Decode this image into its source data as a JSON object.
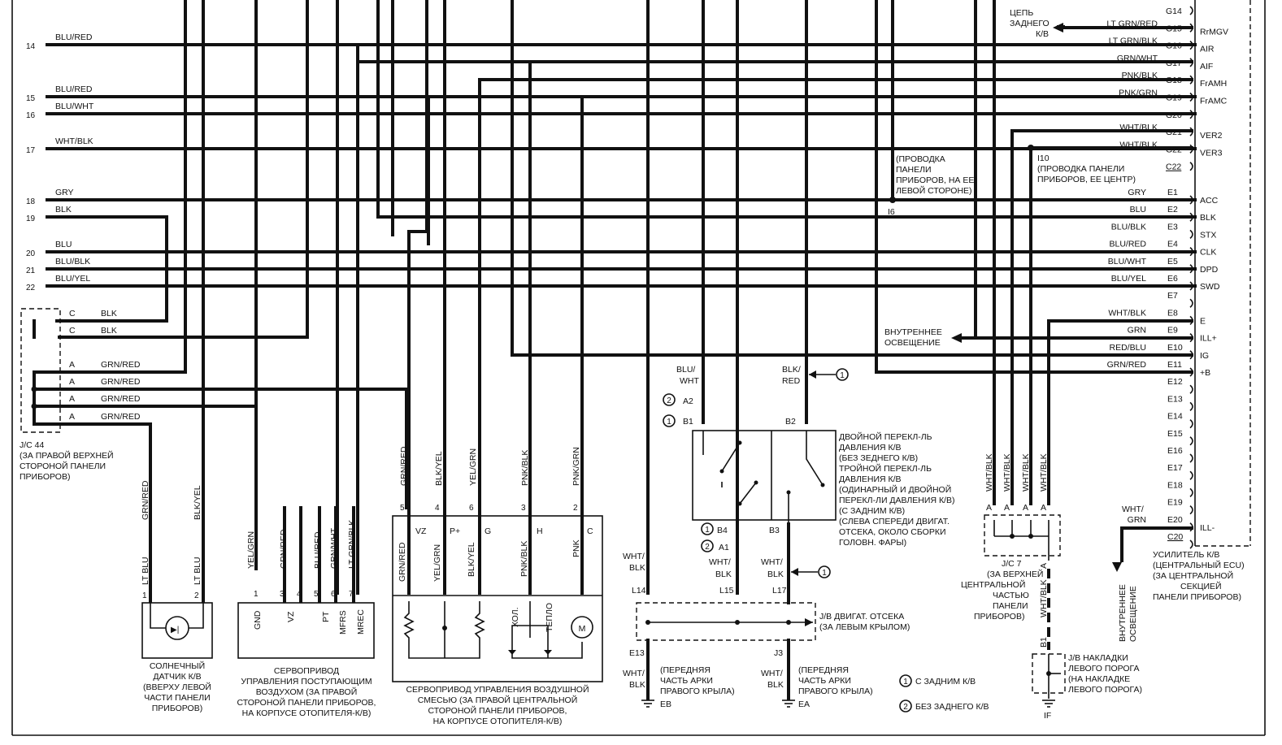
{
  "left_numbers": [
    "14",
    "15",
    "16",
    "17",
    "18",
    "19",
    "20",
    "21",
    "22"
  ],
  "left_wire_colors": [
    "BLU/RED",
    "BLU/RED",
    "BLU/WHT",
    "WHT/BLK",
    "GRY",
    "BLK",
    "BLU",
    "BLU/BLK",
    "BLU/YEL"
  ],
  "jc44_rows": [
    {
      "pin": "C",
      "color": "BLK"
    },
    {
      "pin": "C",
      "color": "BLK"
    },
    {
      "pin": "A",
      "color": "GRN/RED"
    },
    {
      "pin": "A",
      "color": "GRN/RED"
    },
    {
      "pin": "A",
      "color": "GRN/RED"
    },
    {
      "pin": "A",
      "color": "GRN/RED"
    }
  ],
  "jc44_desc": [
    "J/C 44",
    "(ЗА ПРАВОЙ ВЕРХНЕЙ",
    "СТОРОНОЙ ПАНЕЛИ",
    "ПРИБОРОВ)"
  ],
  "amp_g_pins": [
    {
      "pin": "G14",
      "color": "",
      "fn": ""
    },
    {
      "pin": "G15",
      "color": "LT GRN/RED",
      "fn": "RrMGV"
    },
    {
      "pin": "G16",
      "color": "LT GRN/BLK",
      "fn": "AIR"
    },
    {
      "pin": "G17",
      "color": "GRN/WHT",
      "fn": "AIF"
    },
    {
      "pin": "G18",
      "color": "PNK/BLK",
      "fn": "FrAMH"
    },
    {
      "pin": "G19",
      "color": "PNK/GRN",
      "fn": "FrAMC"
    },
    {
      "pin": "G20",
      "color": "",
      "fn": ""
    },
    {
      "pin": "G21",
      "color": "WHT/BLK",
      "fn": "VER2"
    },
    {
      "pin": "G22",
      "color": "WHT/BLK",
      "fn": "VER3"
    },
    {
      "pin": "C22",
      "color": "",
      "fn": ""
    }
  ],
  "amp_e_pins": [
    {
      "pin": "E1",
      "color": "GRY",
      "fn": "ACC"
    },
    {
      "pin": "E2",
      "color": "BLU",
      "fn": "BLK"
    },
    {
      "pin": "E3",
      "color": "BLU/BLK",
      "fn": "STX"
    },
    {
      "pin": "E4",
      "color": "BLU/RED",
      "fn": "CLK"
    },
    {
      "pin": "E5",
      "color": "BLU/WHT",
      "fn": "DPD"
    },
    {
      "pin": "E6",
      "color": "BLU/YEL",
      "fn": "SWD"
    },
    {
      "pin": "E7",
      "color": "",
      "fn": ""
    },
    {
      "pin": "E8",
      "color": "WHT/BLK",
      "fn": "E"
    },
    {
      "pin": "E9",
      "color": "GRN",
      "fn": "ILL+"
    },
    {
      "pin": "E10",
      "color": "RED/BLU",
      "fn": "IG"
    },
    {
      "pin": "E11",
      "color": "GRN/RED",
      "fn": "+B"
    },
    {
      "pin": "E12",
      "color": "",
      "fn": ""
    },
    {
      "pin": "E13",
      "color": "",
      "fn": ""
    },
    {
      "pin": "E14",
      "color": "",
      "fn": ""
    },
    {
      "pin": "E15",
      "color": "",
      "fn": ""
    },
    {
      "pin": "E16",
      "color": "",
      "fn": ""
    },
    {
      "pin": "E17",
      "color": "",
      "fn": ""
    },
    {
      "pin": "E18",
      "color": "",
      "fn": ""
    },
    {
      "pin": "E19",
      "color": "",
      "fn": ""
    },
    {
      "pin": "E20",
      "color": "GRN",
      "fn": "ILL-"
    },
    {
      "pin": "C20",
      "color": "",
      "fn": ""
    }
  ],
  "e20_color_top": "WHT/",
  "rear_circuit": [
    "ЦЕПЬ",
    "ЗАДНЕГО",
    "К/В"
  ],
  "i6_note": [
    "(ПРОВОДКА",
    "ПАНЕЛИ",
    "ПРИБОРОВ, НА ЕЕ",
    "ЛЕВОЙ СТОРОНЕ)"
  ],
  "i6_label": "I6",
  "i10_label": "I10",
  "i10_note": [
    "(ПРОВОДКА ПАНЕЛИ",
    "ПРИБОРОВ, ЕЕ ЦЕНТР)"
  ],
  "interior_light": [
    "ВНУТРЕННЕЕ",
    "ОСВЕЩЕНИЕ"
  ],
  "amp_desc": [
    "УСИЛИТЕЛЬ К/В",
    "(ЦЕНТРАЛЬНЫЙ ECU)",
    "(ЗА ЦЕНТРАЛЬНОЙ",
    "СЕКЦИЕЙ",
    "ПАНЕЛИ ПРИБОРОВ)"
  ],
  "interior_light_vertical": [
    "ВНУТРЕННЕЕ",
    "ОСВЕЩЕНИЕ"
  ],
  "sensor": {
    "wire1": "GRN/RED",
    "wire2": "BLK/YEL",
    "pin_color1": "LT BLU",
    "pin_color2": "LT BLU",
    "pin1": "1",
    "pin2": "2",
    "desc": [
      "СОЛНЕЧНЫЙ",
      "ДАТЧИК К/В",
      "(ВВЕРХУ ЛЕВОЙ",
      "ЧАСТИ ПАНЕЛИ",
      "ПРИБОРОВ)"
    ]
  },
  "intake": {
    "wires": [
      "YEL/GRN",
      "GRN/RED",
      "",
      "BLU/RED",
      "GRN/WHT",
      "LT GRN/BLK"
    ],
    "pins": [
      "1",
      "3",
      "4",
      "5",
      "6",
      "7"
    ],
    "terms": [
      "GND",
      "VZ",
      "PT",
      "MFRS",
      "MREC"
    ],
    "desc": [
      "СЕРВОПРИВОД",
      "УПРАВЛЕНИЯ ПОСТУПАЮЩИМ",
      "ВОЗДУХОМ (ЗА ПРАВОЙ",
      "СТОРОНОЙ ПАНЕЛИ ПРИБОРОВ,",
      "НА КОРПУСЕ ОТОПИТЕЛЯ-К/В)"
    ]
  },
  "mix": {
    "wires_top": [
      "GRN/RED",
      "BLK/YEL",
      "YEL/GRN",
      "PNK/BLK",
      "PNK/GRN"
    ],
    "pins": [
      "5",
      "4",
      "6",
      "3",
      "2"
    ],
    "terms": [
      "VZ",
      "P+",
      "G",
      "H",
      "C"
    ],
    "wires_in": [
      "GRN/RED",
      "YEL/GRN",
      "BLK/YEL",
      "PNK/BLK",
      "PNK"
    ],
    "cold": "ХОЛ.",
    "warm": "ТЕПЛО",
    "motor": "M",
    "desc": [
      "СЕРВОПРИВОД УПРАВЛЕНИЯ ВОЗДУШНОЙ",
      "СМЕСЬЮ (ЗА ПРАВОЙ ЦЕНТРАЛЬНОЙ",
      "СТОРОНОЙ ПАНЕЛИ ПРИБОРОВ,",
      "НА КОРПУСЕ ОТОПИТЕЛЯ-К/В)"
    ]
  },
  "pressure_switch": {
    "wire_left": [
      "BLU/",
      "WHT"
    ],
    "wire_right": [
      "BLK/",
      "RED"
    ],
    "mark_a2": "A2",
    "mark_b1": "B1",
    "b2": "B2",
    "b4": "B4",
    "a1": "A1",
    "b3": "B3",
    "desc": [
      "ДВОЙНОЙ ПЕРЕКЛ-ЛЬ",
      "ДАВЛЕНИЯ К/В",
      "(БЕЗ ЗЕДНЕГО К/В)",
      "ТРОЙНОЙ ПЕРЕКЛ-ЛЬ",
      "ДАВЛЕНИЯ К/В",
      "(ОДИНАРНЫЙ И ДВОЙНОЙ",
      "ПЕРЕКЛ-ЛИ ДАВЛЕНИЯ К/В)",
      "(С ЗАДНИМ К/В)",
      "(СЛЕВА СПЕРЕДИ ДВИГАТ.",
      "ОТСЕКА, ОКОЛО СБОРКИ",
      "ГОЛОВН. ФАРЫ)"
    ]
  },
  "engine_jb": {
    "wires_l": [
      "WHT/",
      "BLK"
    ],
    "wires_m": [
      "WHT/",
      "BLK"
    ],
    "wires_r": [
      "WHT/",
      "BLK"
    ],
    "l14": "L14",
    "l15": "L15",
    "l17": "L17",
    "e13": "E13",
    "j3": "J3",
    "desc": [
      "J/B ДВИГАТ. ОТСЕКА",
      "(ЗА ЛЕВЫМ КРЫЛОМ)"
    ],
    "wire_e13": [
      "WHT/",
      "BLK"
    ],
    "wire_j3": [
      "WHT/",
      "BLK"
    ],
    "front_arch_1": [
      "(ПЕРЕДНЯЯ",
      "ЧАСТЬ АРКИ",
      "ПРАВОГО КРЫЛА)"
    ],
    "front_arch_2": [
      "(ПЕРЕДНЯЯ",
      "ЧАСТЬ АРКИ",
      "ПРАВОГО КРЫЛА)"
    ],
    "ground_eb": "EB",
    "ground_ea": "EA"
  },
  "legend": {
    "n1": "1",
    "t1": "С ЗАДНИМ К/В",
    "n2": "2",
    "t2": "БЕЗ ЗАДНЕГО К/В"
  },
  "jc7": {
    "wires": [
      "WHT/BLK",
      "WHT/BLK",
      "WHT/BLK",
      "WHT/BLK"
    ],
    "pin": "A",
    "desc": [
      "J/C 7",
      "(ЗА ВЕРХНЕЙ",
      "ЦЕНТРАЛЬНОЙ",
      "ЧАСТЬЮ",
      "ПАНЕЛИ",
      "ПРИБОРОВ)"
    ],
    "down_wire": "WHT/BLK",
    "down_pin": "A"
  },
  "sill_jb": {
    "pin": "B1",
    "desc": [
      "J/B НАКЛАДКИ",
      "ЛЕВОГО ПОРОГА",
      "(НА НАКЛАДКЕ",
      "ЛЕВОГО ПОРОГА)"
    ],
    "ground": "IF"
  }
}
